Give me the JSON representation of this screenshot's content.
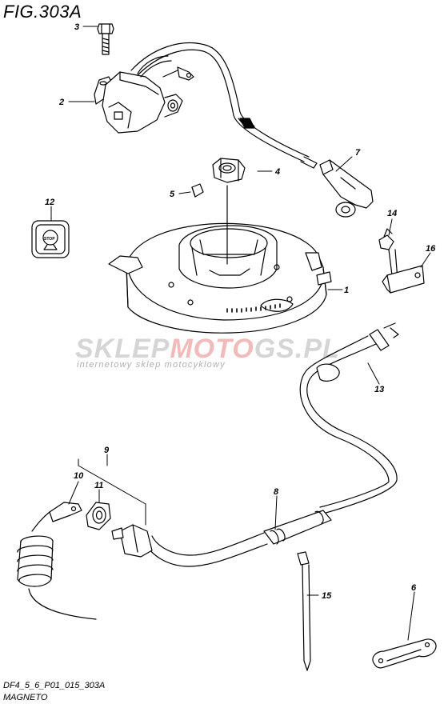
{
  "figure": {
    "title": "FIG.303A",
    "code": "DF4_5_6_P01_015_303A",
    "name": "MAGNETO"
  },
  "watermark": {
    "brand_part1": "SKLEP",
    "brand_part2": "MOTO",
    "brand_part3": "GS.PL",
    "tagline": "internetowy sklep motocyklowy",
    "accent_color": "#d94040"
  },
  "stop_badge": "STOP",
  "callouts": [
    {
      "id": "1",
      "label": "1"
    },
    {
      "id": "2",
      "label": "2"
    },
    {
      "id": "3",
      "label": "3"
    },
    {
      "id": "4",
      "label": "4"
    },
    {
      "id": "5",
      "label": "5"
    },
    {
      "id": "6",
      "label": "6"
    },
    {
      "id": "7",
      "label": "7"
    },
    {
      "id": "8",
      "label": "8"
    },
    {
      "id": "9",
      "label": "9"
    },
    {
      "id": "10",
      "label": "10"
    },
    {
      "id": "11",
      "label": "11"
    },
    {
      "id": "12",
      "label": "12"
    },
    {
      "id": "13",
      "label": "13"
    },
    {
      "id": "14",
      "label": "14"
    },
    {
      "id": "15",
      "label": "15"
    },
    {
      "id": "16",
      "label": "16"
    }
  ]
}
